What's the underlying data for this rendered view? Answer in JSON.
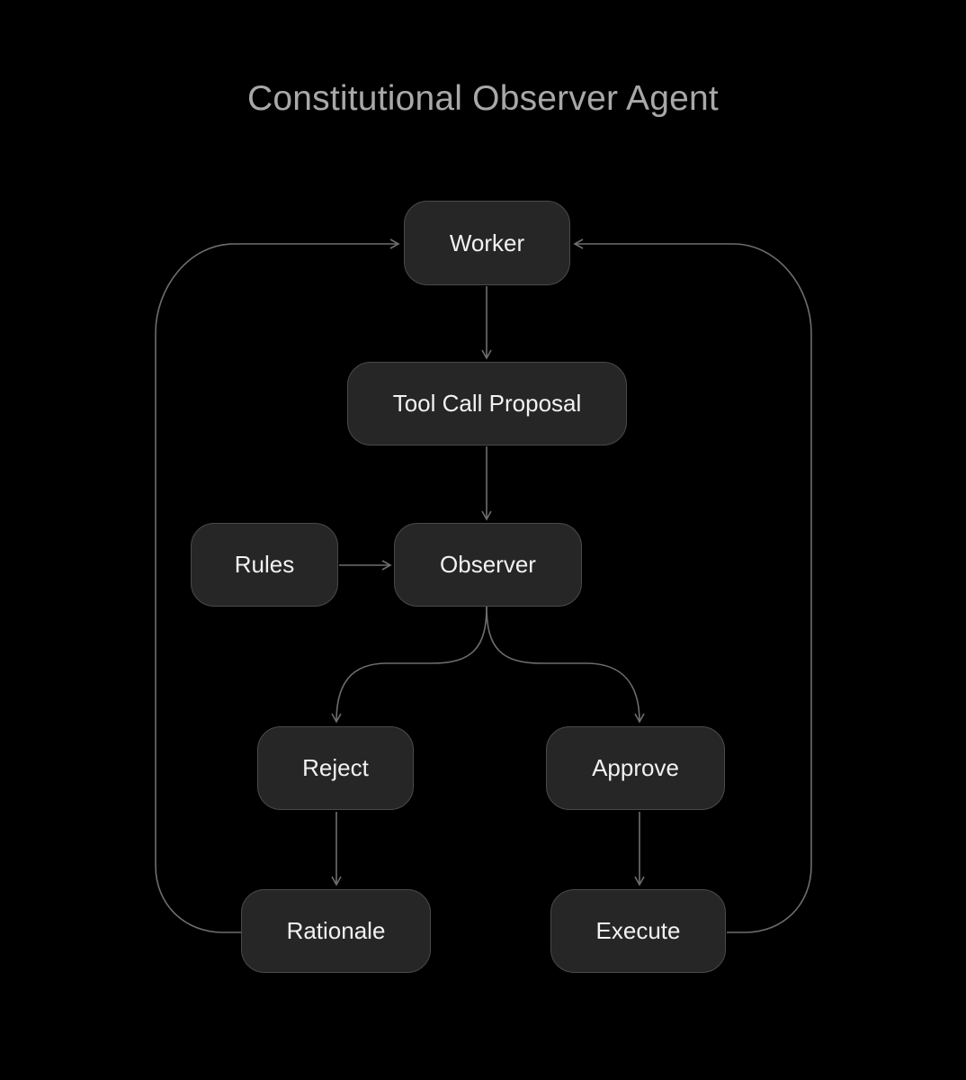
{
  "title": "Constitutional Observer Agent",
  "nodes": {
    "worker": "Worker",
    "proposal": "Tool Call Proposal",
    "rules": "Rules",
    "observer": "Observer",
    "reject": "Reject",
    "approve": "Approve",
    "rationale": "Rationale",
    "execute": "Execute"
  },
  "colors": {
    "background": "#000000",
    "node_fill": "#262626",
    "node_border": "#4a4a4a",
    "edge": "#6e6e6e",
    "title": "#a8a8a8",
    "node_text": "#f2f2f2"
  }
}
